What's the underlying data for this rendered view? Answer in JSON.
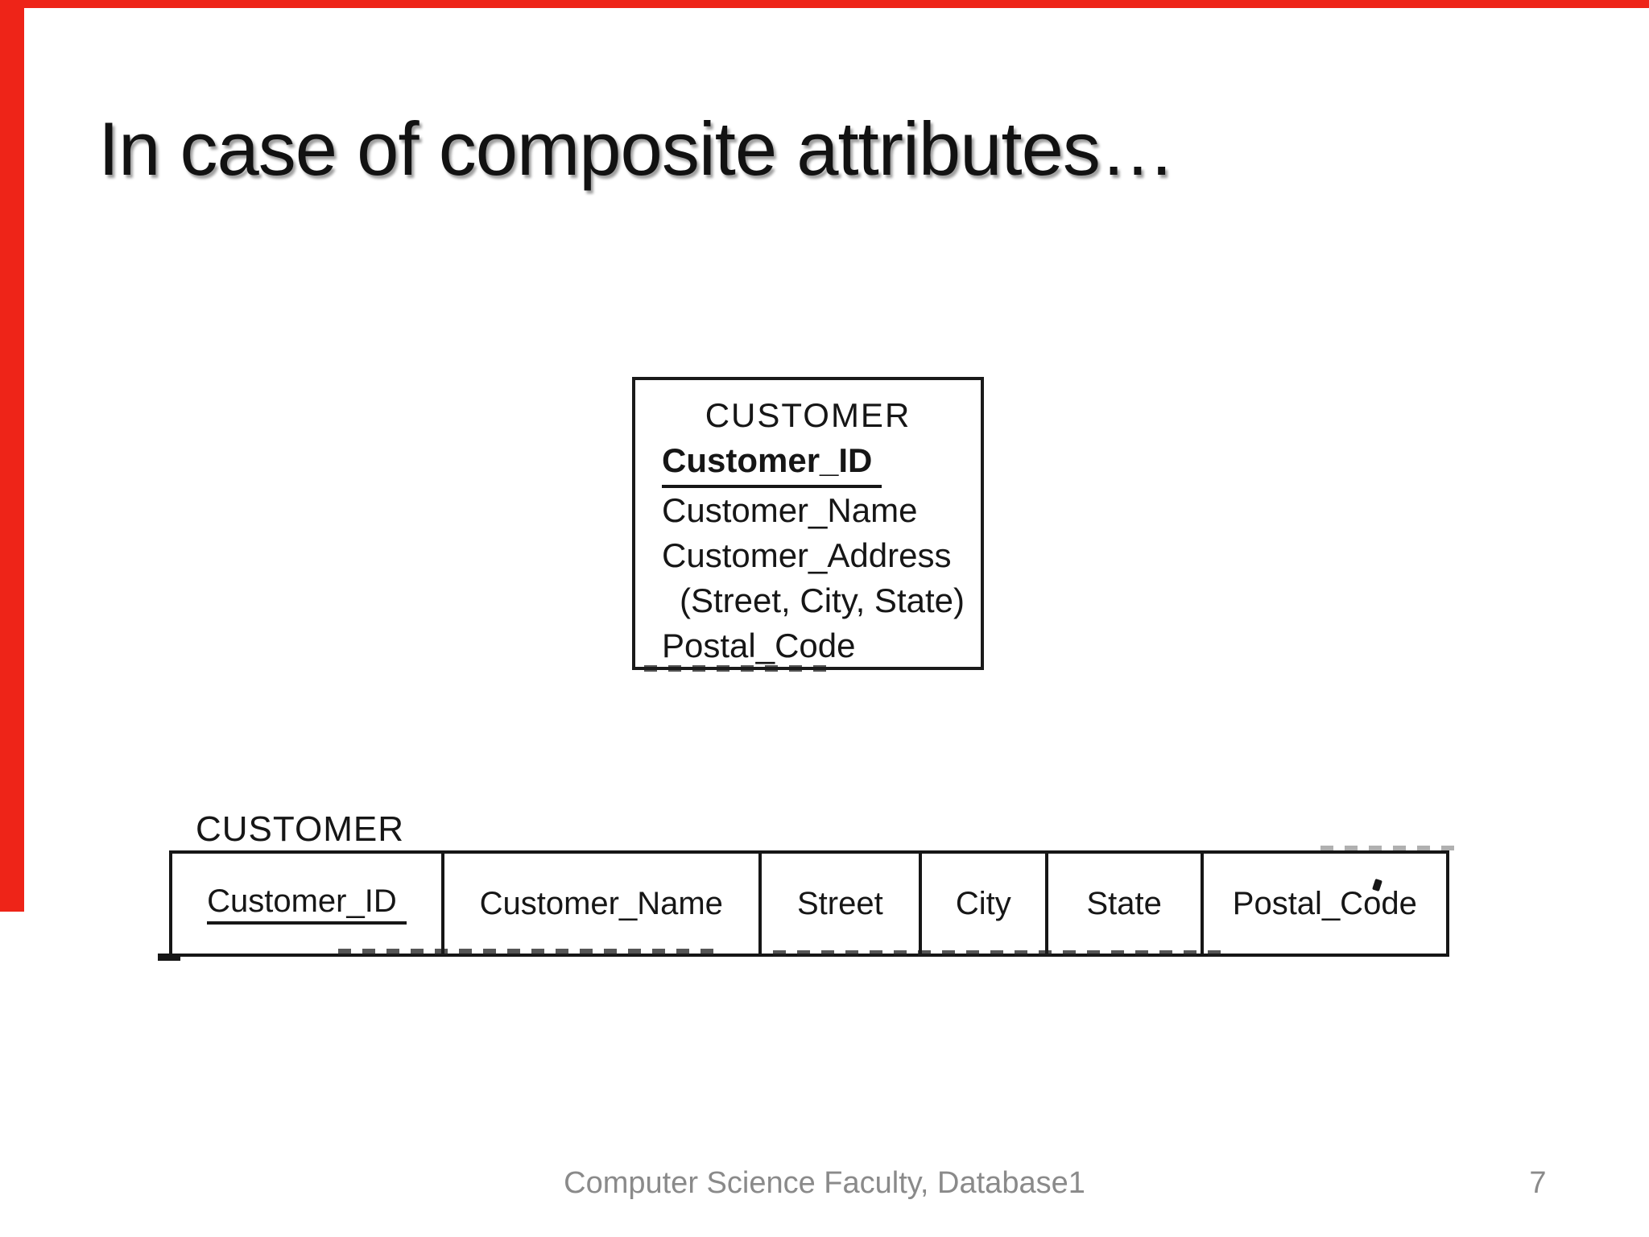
{
  "accents": {
    "red": "#ee2418"
  },
  "title": {
    "text": "In case of composite attributes…"
  },
  "entity_box": {
    "name": "CUSTOMER",
    "attributes": [
      {
        "label": "Customer_ID"
      },
      {
        "label": "Customer_Name"
      },
      {
        "label": "Customer_Address"
      },
      {
        "label": "(Street, City, State)"
      },
      {
        "label": "Postal_Code"
      }
    ]
  },
  "relation": {
    "name": "CUSTOMER",
    "columns": [
      {
        "label": "Customer_ID"
      },
      {
        "label": "Customer_Name"
      },
      {
        "label": "Street"
      },
      {
        "label": "City"
      },
      {
        "label": "State"
      },
      {
        "label": "Postal_Code"
      }
    ]
  },
  "footer": {
    "text": "Computer Science Faculty, Database1",
    "page_number": "7"
  }
}
